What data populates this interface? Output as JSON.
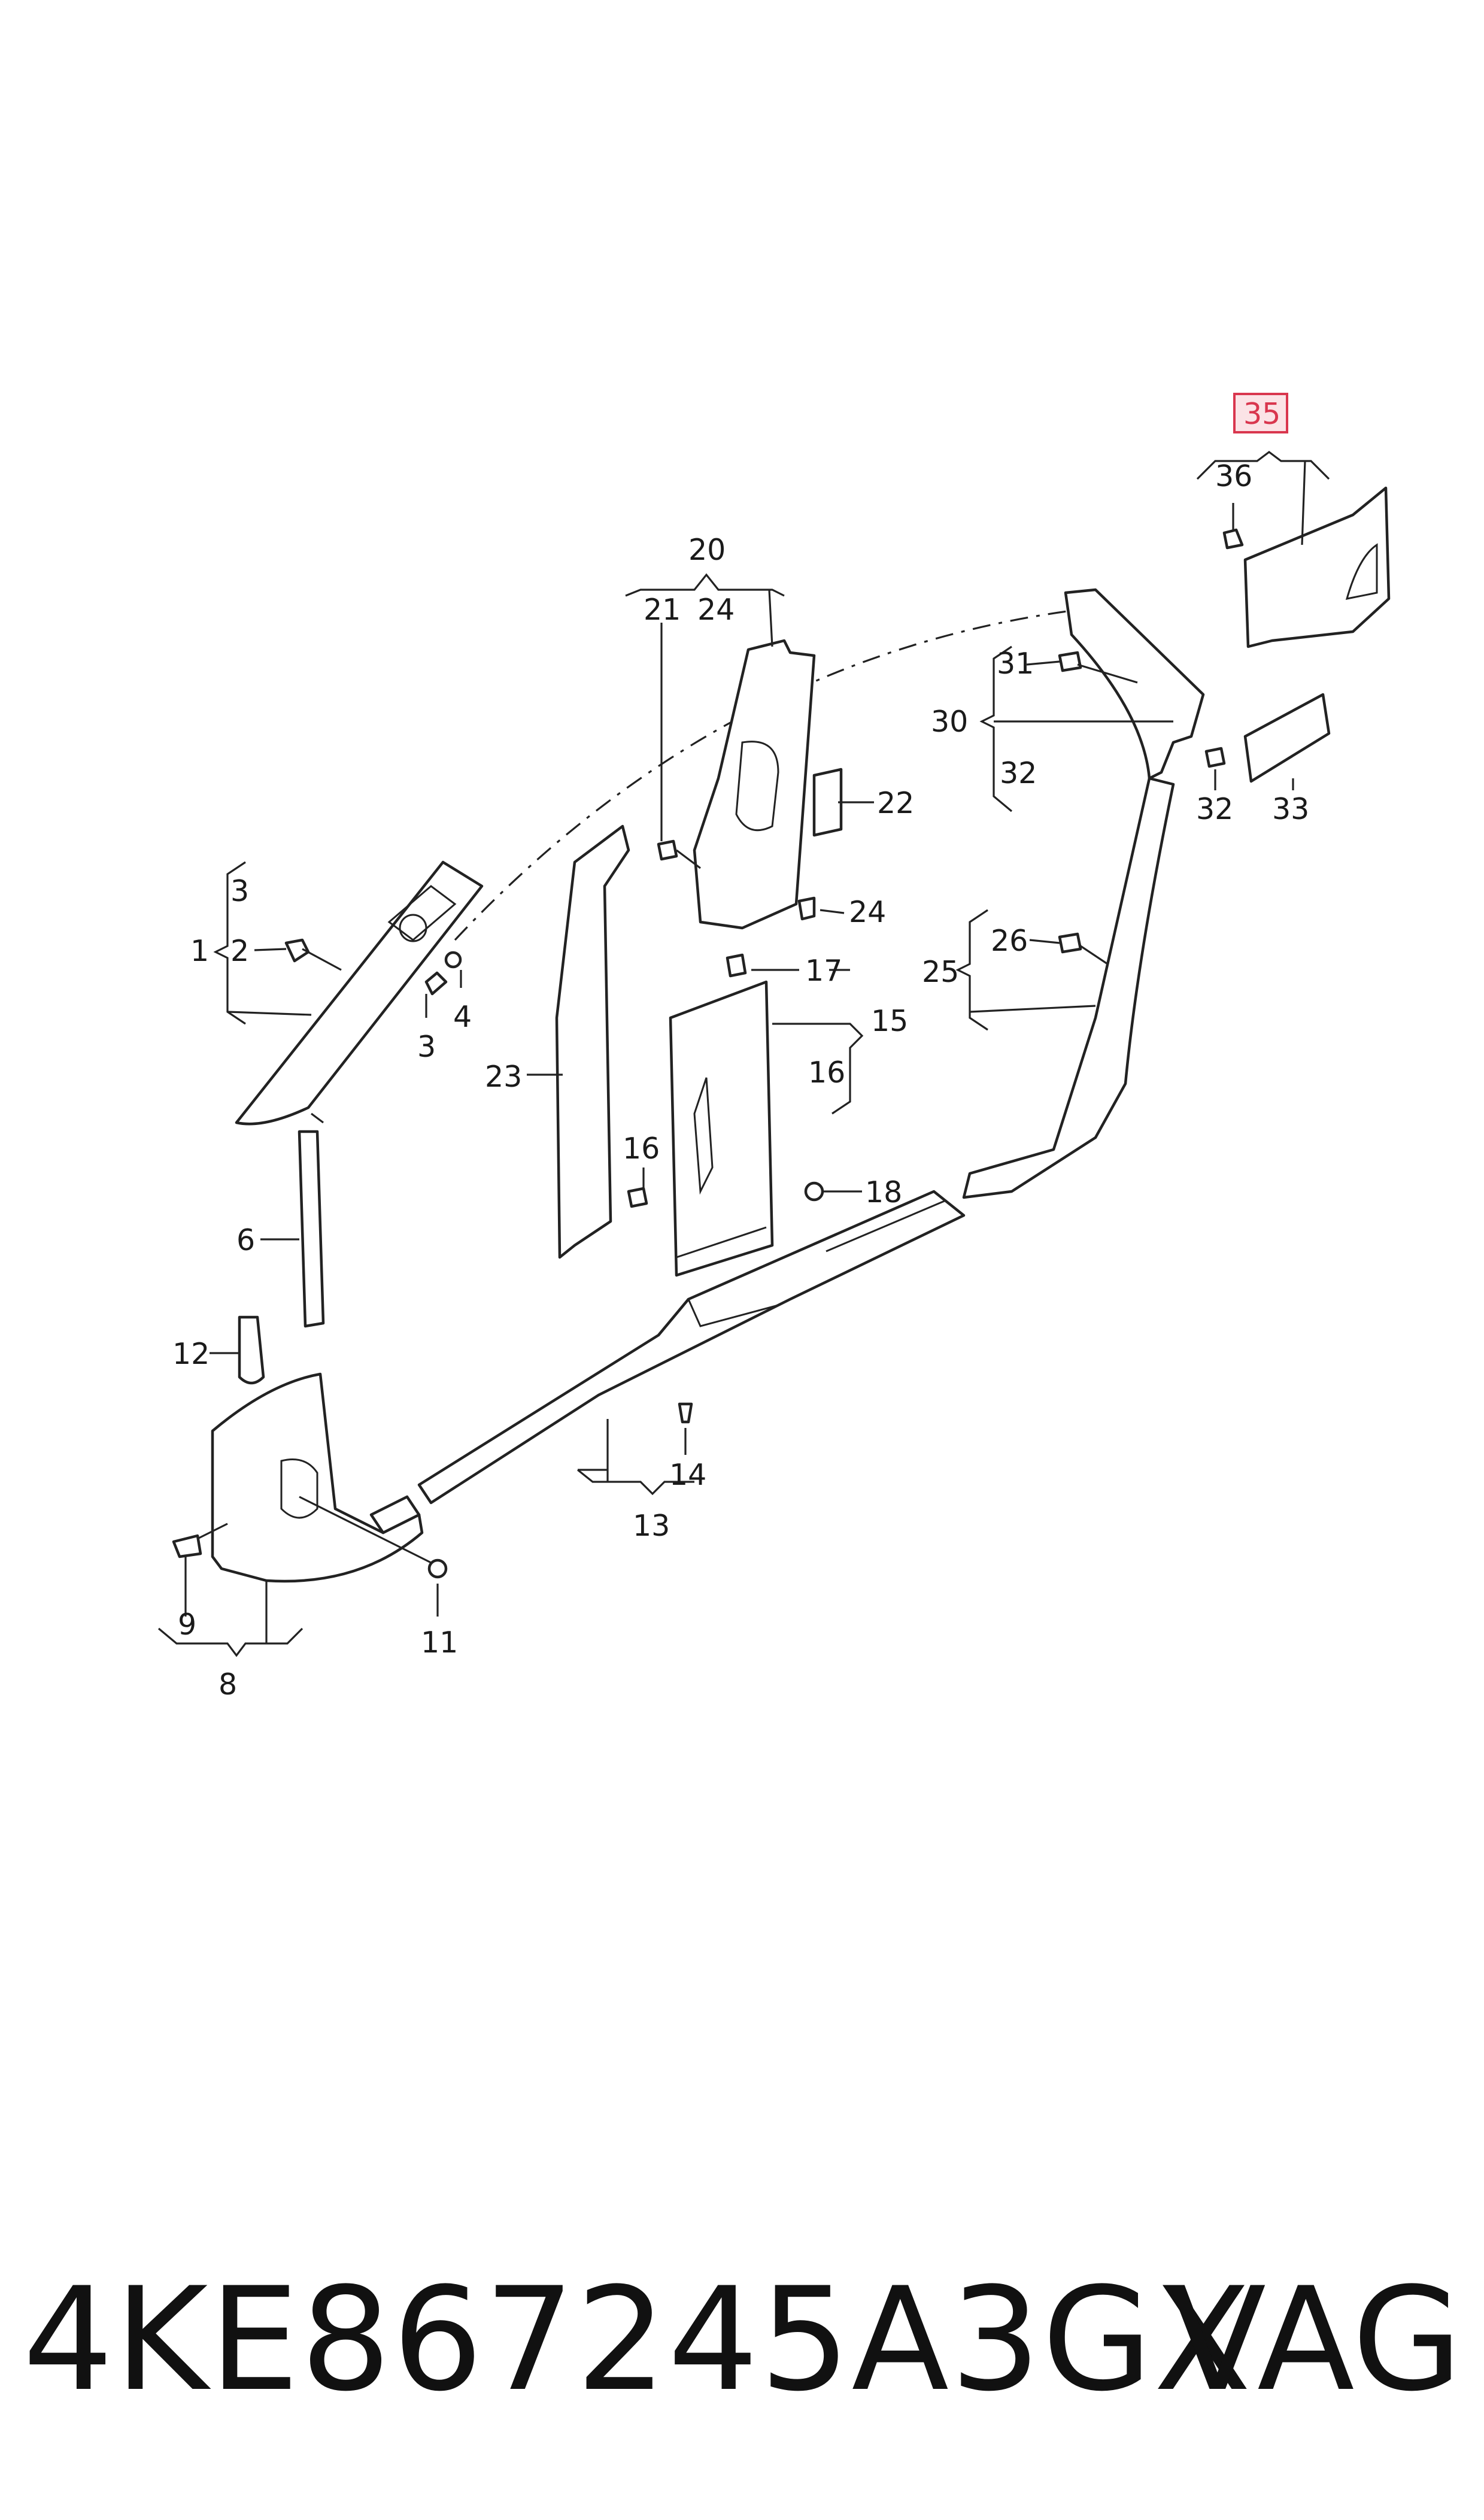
{
  "callouts": {
    "c1": "1",
    "c2": "2",
    "c3a": "3",
    "c3b": "3",
    "c4": "4",
    "c6": "6",
    "c8": "8",
    "c9": "9",
    "c11": "11",
    "c12": "12",
    "c13": "13",
    "c14": "14",
    "c15": "15",
    "c16a": "16",
    "c16b": "16",
    "c17": "17",
    "c18": "18",
    "c20": "20",
    "c21": "21",
    "c22": "22",
    "c23": "23",
    "c24a": "24",
    "c24b": "24",
    "c25": "25",
    "c26": "26",
    "c30": "30",
    "c31": "31",
    "c32a": "32",
    "c32b": "32",
    "c33": "33",
    "c35": "35",
    "c36": "36"
  },
  "highlight": {
    "part": "35",
    "color": "#d9364e",
    "fill": "#fbe3e6"
  },
  "footer": {
    "part_number": "4KE867245A3GX",
    "brand": "VAG"
  }
}
